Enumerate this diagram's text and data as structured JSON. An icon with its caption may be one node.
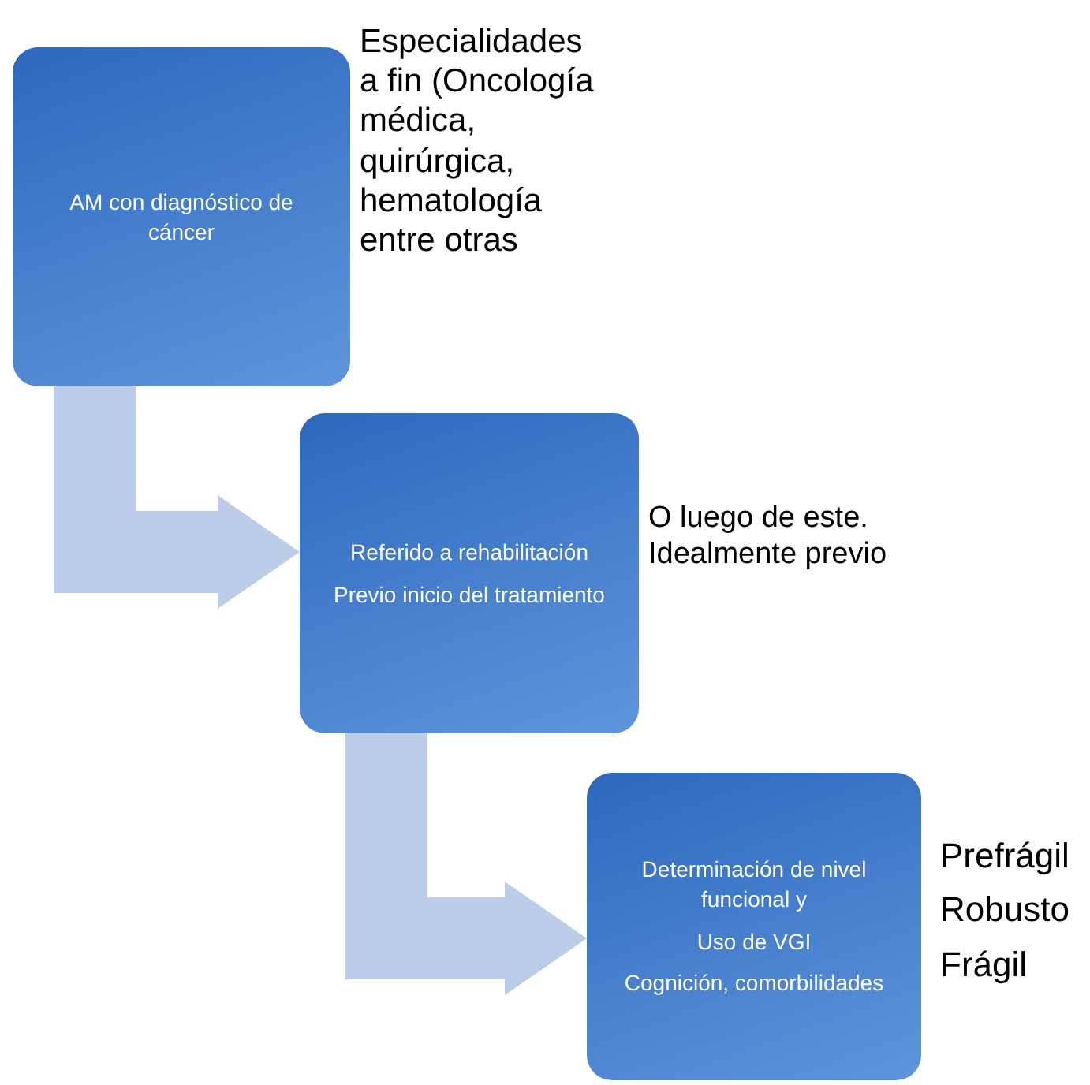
{
  "diagram": {
    "nodes": [
      {
        "text": [
          "AM con diagnóstico de cáncer"
        ],
        "beside": [
          "Especialidades a fin (Oncología médica, quirúrgica, hematología entre otras"
        ]
      },
      {
        "text": [
          "Referido a rehabilitación",
          "Previo inicio del tratamiento"
        ],
        "beside": [
          "O luego de este. Idealmente previo"
        ]
      },
      {
        "text": [
          "Determinación de nivel funcional y",
          "Uso de VGI",
          "Cognición, comorbilidades"
        ],
        "beside": [
          "Prefrágil",
          "Robusto",
          "Frágil"
        ]
      }
    ],
    "edges": [
      {
        "from": 0,
        "to": 1,
        "arrow": "to"
      },
      {
        "from": 1,
        "to": 2,
        "arrow": "to"
      }
    ]
  }
}
